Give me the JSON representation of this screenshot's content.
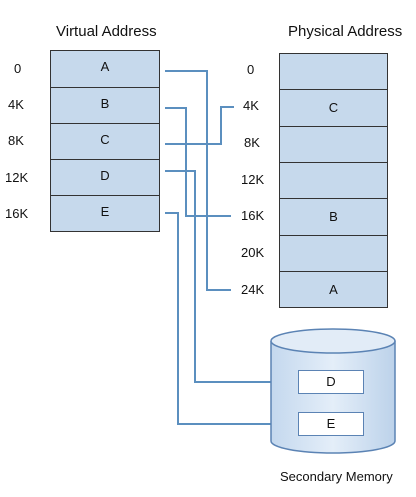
{
  "virtual": {
    "title": "Virtual Address",
    "offsets": [
      "0",
      "4K",
      "8K",
      "12K",
      "16K"
    ],
    "pages": [
      "A",
      "B",
      "C",
      "D",
      "E"
    ]
  },
  "physical": {
    "title": "Physical Address",
    "offsets": [
      "0",
      "4K",
      "8K",
      "12K",
      "16K",
      "20K",
      "24K"
    ],
    "frames": [
      "",
      "C",
      "",
      "",
      "B",
      "",
      "A"
    ]
  },
  "secondary": {
    "caption": "Secondary Memory",
    "pages": [
      "D",
      "E"
    ]
  },
  "colors": {
    "box_fill": "#c6d9ec",
    "connector": "#5b8fbf",
    "disk_fill": "#d3e3f3"
  }
}
